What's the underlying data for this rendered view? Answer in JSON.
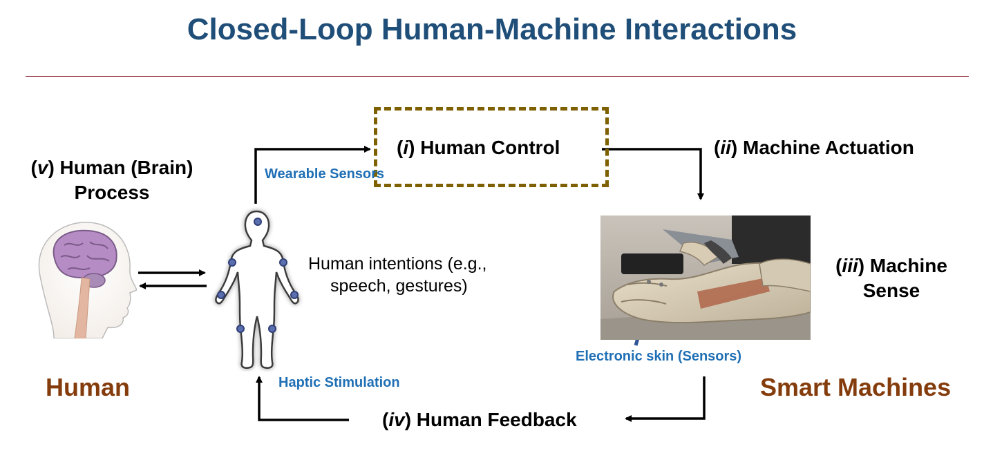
{
  "title": "Closed-Loop Human-Machine Interactions",
  "steps": {
    "human_control": {
      "num": "i",
      "text": "Human Control"
    },
    "machine_actuation": {
      "num": "ii",
      "text": "Machine Actuation"
    },
    "machine_sense": {
      "num": "iii",
      "line1": "Machine",
      "line2": "Sense"
    },
    "human_feedback": {
      "num": "iv",
      "text": "Human Feedback"
    },
    "brain_process": {
      "num": "v",
      "line1": "Human (Brain)",
      "line2": "Process"
    }
  },
  "captions": {
    "wearable_sensors": "Wearable Sensors",
    "haptic_stimulation": "Haptic Stimulation",
    "electronic_skin": "Electronic skin (Sensors)"
  },
  "intentions": {
    "line1": "Human intentions (e.g.,",
    "line2": "speech, gestures)"
  },
  "groups": {
    "human": "Human",
    "smart_machines": "Smart Machines"
  },
  "colors": {
    "title": "#1f4e79",
    "caption": "#1f6fb5",
    "group": "#843c0c",
    "dash_box": "#7f6000"
  },
  "icons": [
    "human-head-brain-icon",
    "human-body-sensors-icon",
    "robotic-hand-photo"
  ]
}
